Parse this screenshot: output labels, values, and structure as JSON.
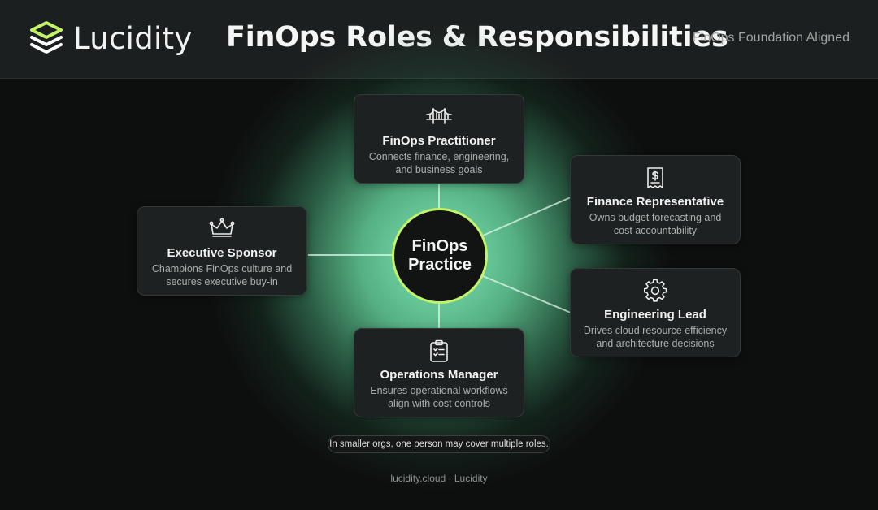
{
  "header": {
    "brand_name": "Lucidity",
    "title": "FinOps Roles & Responsibilities",
    "badge": "FinOps Foundation Aligned"
  },
  "hub": {
    "line1": "FinOps",
    "line2": "Practice"
  },
  "roles": [
    {
      "id": "practitioner",
      "title": "FinOps Practitioner",
      "line1": "Connects finance, engineering,",
      "line2": "and business goals",
      "icon": "bridge-icon"
    },
    {
      "id": "finance",
      "title": "Finance Representative",
      "line1": "Owns budget forecasting and",
      "line2": "cost accountability",
      "icon": "receipt-icon"
    },
    {
      "id": "executive",
      "title": "Executive Sponsor",
      "line1": "Champions FinOps culture and",
      "line2": "secures executive buy-in",
      "icon": "crown-icon"
    },
    {
      "id": "engineering",
      "title": "Engineering Lead",
      "line1": "Drives cloud resource efficiency",
      "line2": "and architecture decisions",
      "icon": "gear-icon"
    },
    {
      "id": "operations",
      "title": "Operations Manager",
      "line1": "Ensures operational workflows",
      "line2": "align with cost controls",
      "icon": "clipboard-icon"
    }
  ],
  "note": "In smaller orgs, one person may cover multiple roles.",
  "footer": "lucidity.cloud · Lucidity",
  "colors": {
    "accent": "#c4f268",
    "glow": "#8cffc8",
    "background": "#0d0e0e",
    "card": "#1e2121"
  }
}
